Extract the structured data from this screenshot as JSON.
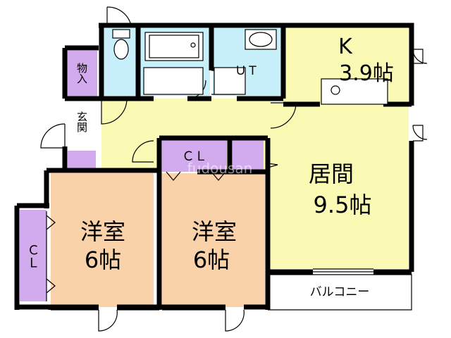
{
  "rooms": {
    "kitchen": {
      "name": "K",
      "size": "3.9帖"
    },
    "living": {
      "name": "居間",
      "size": "9.5帖"
    },
    "western1": {
      "name": "洋室",
      "size": "6帖"
    },
    "western2": {
      "name": "洋室",
      "size": "6帖"
    },
    "storage": {
      "name": "物入"
    },
    "entrance": {
      "name": "玄関"
    },
    "utility": {
      "name": "ＵＴ"
    },
    "closet_top": {
      "name": "ＣＬ"
    },
    "closet_left": {
      "name": "ＣＬ"
    },
    "balcony": {
      "name": "バルコニー"
    }
  },
  "watermark": "fudousan",
  "colors": {
    "wall": "#000000",
    "kitchen_living": "#fafab4",
    "western": "#fad2aa",
    "closet": "#d2aaee",
    "wet_area": "#c8f0fa",
    "hall": "#fafab4"
  }
}
